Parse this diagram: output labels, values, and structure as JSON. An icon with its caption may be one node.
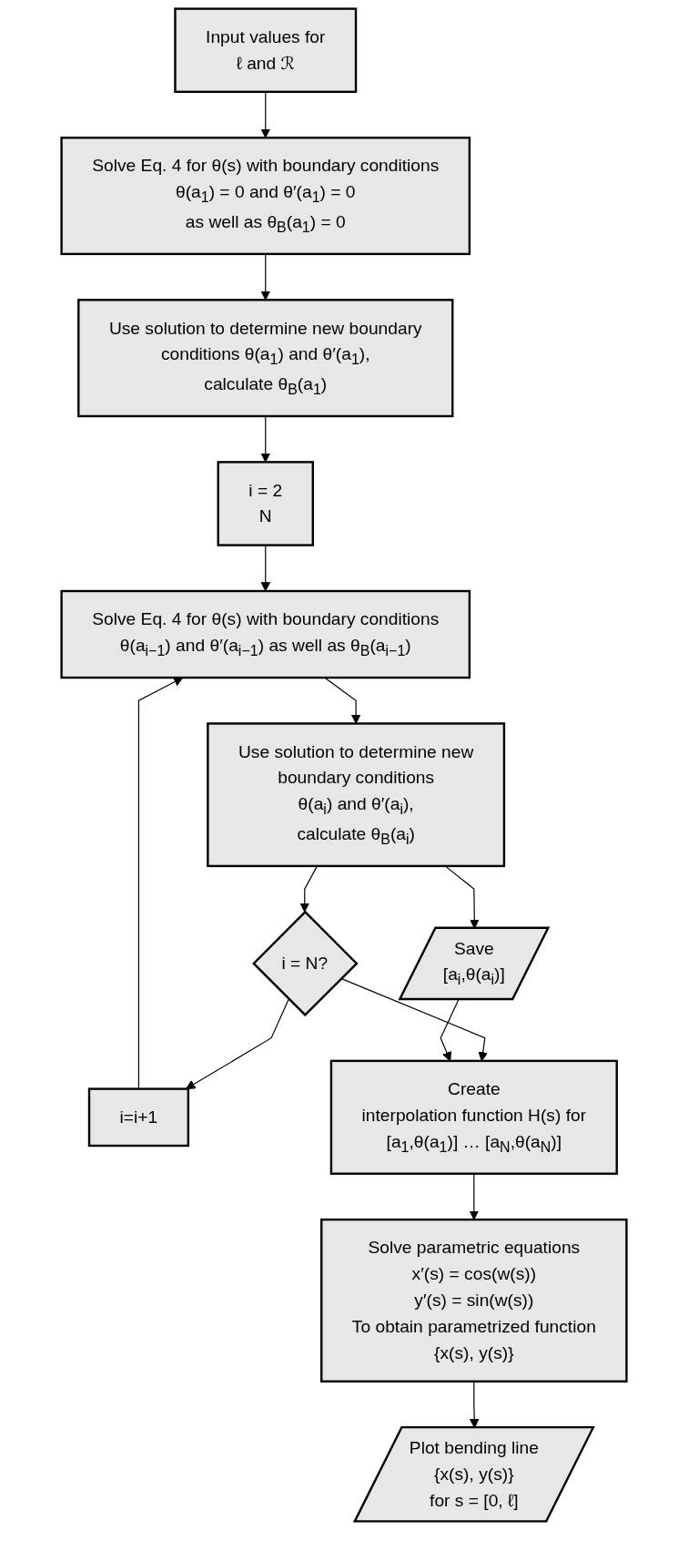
{
  "diagram": {
    "nodes": [
      {
        "text": [
          "Input values for",
          "ℓ and ℛ"
        ]
      },
      {
        "text": [
          "Solve Eq. 4 for θ(s) with boundary conditions",
          "θ(a$_{1}$) = 0 and θ′(a$_{1}$) = 0",
          "as well as θ$_{B}$(a$_{1}$) = 0"
        ]
      },
      {
        "text": [
          "Use solution to determine new boundary",
          "conditions θ(a$_{1}$) and θ′(a$_{1}$),",
          "calculate θ$_{B}$(a$_{1}$)"
        ]
      },
      {
        "text": [
          "i = 2",
          "N"
        ]
      },
      {
        "text": [
          "Solve Eq. 4 for θ(s) with boundary conditions",
          "θ(a$_{i−1}$) and θ′(a$_{i−1}$) as well as θ$_{B}$(a$_{i−1}$)"
        ]
      },
      {
        "text": [
          "Use solution to determine new",
          "boundary conditions",
          "θ(a$_{i}$) and θ′(a$_{i}$),",
          "calculate θ$_{B}$(a$_{i}$)"
        ]
      },
      {
        "text": [
          "i=i+1"
        ]
      },
      {
        "text": [
          "i = N?"
        ]
      },
      {
        "text": [
          "Save",
          "[a$_{i}$,θ(a$_{i}$)]"
        ]
      },
      {
        "text": [
          "Create",
          "interpolation function H(s) for",
          "[a$_{1}$,θ(a$_{1}$)] … [a$_{N}$,θ(a$_{N}$)]"
        ]
      },
      {
        "text": [
          "Solve parametric equations",
          "x′(s) = cos(w(s))",
          "y′(s) = sin(w(s))",
          "To obtain parametrized function",
          "{x(s), y(s)}"
        ]
      },
      {
        "text": [
          "Plot bending line",
          "{x(s), y(s)}",
          "for s = [0, ℓ]"
        ]
      }
    ],
    "edges": [
      {
        "from": 0,
        "to": 1,
        "arrow": "to"
      },
      {
        "from": 1,
        "to": 2,
        "arrow": "to"
      },
      {
        "from": 2,
        "to": 3,
        "arrow": "to"
      },
      {
        "from": 3,
        "to": 4,
        "arrow": "to"
      },
      {
        "from": 4,
        "to": 5,
        "arrow": "to"
      },
      {
        "from": 5,
        "to": 7,
        "arrow": "to"
      },
      {
        "from": 5,
        "to": 8,
        "arrow": "to"
      },
      {
        "from": 7,
        "to": 6,
        "arrow": "to"
      },
      {
        "from": 6,
        "to": 4,
        "arrow": "to"
      },
      {
        "from": 7,
        "to": 9,
        "arrow": "to"
      },
      {
        "from": 8,
        "to": 9,
        "arrow": "to"
      },
      {
        "from": 9,
        "to": 10,
        "arrow": "to"
      },
      {
        "from": 10,
        "to": 11,
        "arrow": "to"
      }
    ]
  }
}
